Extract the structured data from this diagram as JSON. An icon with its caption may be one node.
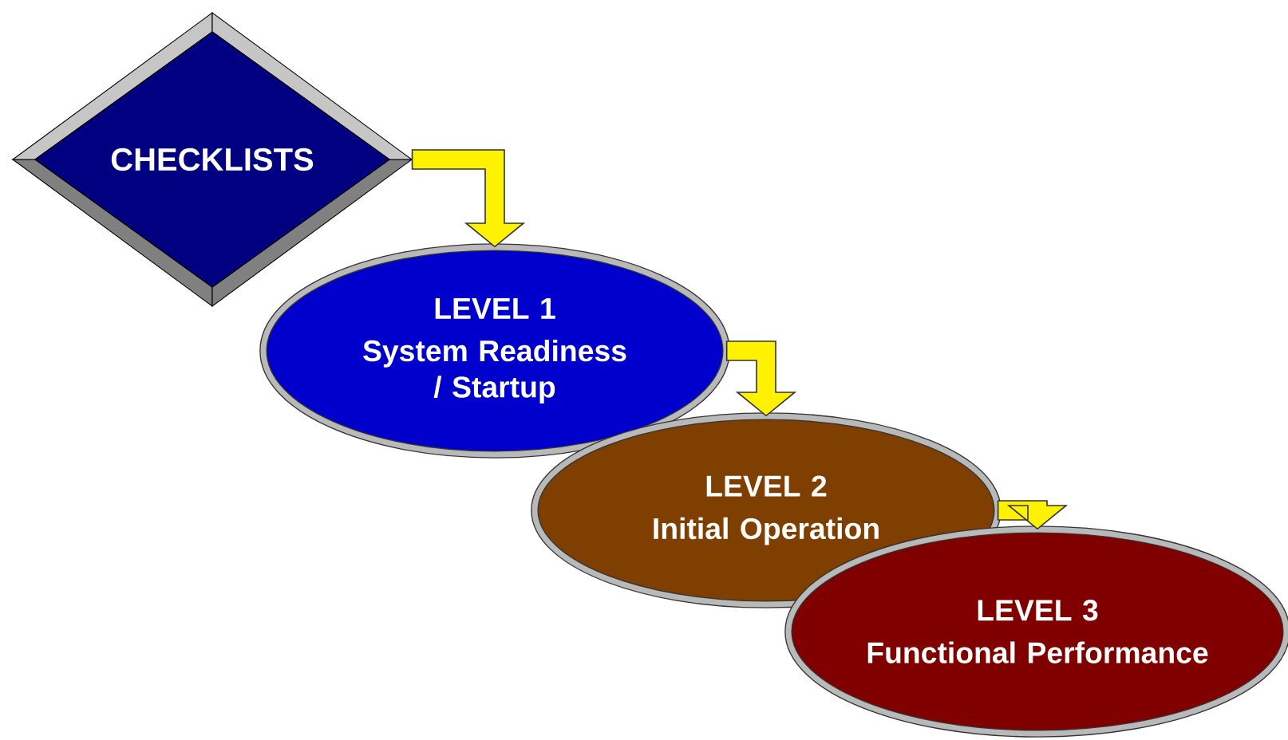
{
  "diagram": {
    "nodes": [
      {
        "text": [
          "CHECKLISTS"
        ]
      },
      {
        "text": [
          "LEVEL 1",
          "System Readiness / Startup"
        ]
      },
      {
        "text": [
          "LEVEL 2",
          "Initial Operation"
        ]
      },
      {
        "text": [
          "LEVEL 3",
          "Functional Performance"
        ]
      }
    ],
    "edges": [
      {
        "from": 0,
        "to": 1,
        "arrow": "to"
      },
      {
        "from": 1,
        "to": 2,
        "arrow": "to"
      },
      {
        "from": 2,
        "to": 3,
        "arrow": "to"
      }
    ]
  }
}
